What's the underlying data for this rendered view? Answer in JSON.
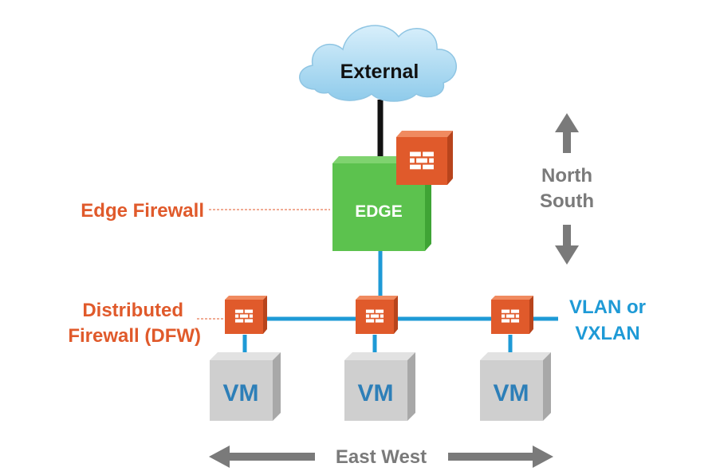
{
  "cloud": {
    "label": "External"
  },
  "edge": {
    "label": "EDGE"
  },
  "labels": {
    "edge_firewall": "Edge Firewall",
    "dfw_line1": "Distributed",
    "dfw_line2": "Firewall (DFW)",
    "north": "North",
    "south": "South",
    "vlan_line1": "VLAN or",
    "vlan_line2": "VXLAN",
    "east_west": "East West"
  },
  "vms": [
    {
      "label": "VM"
    },
    {
      "label": "VM"
    },
    {
      "label": "VM"
    }
  ],
  "colors": {
    "firewall": "#E05A2B",
    "edge_green": "#5CC24E",
    "network_line": "#1E9AD6",
    "vm_gray": "#CFCFCF",
    "vm_text": "#2D7FB8",
    "arrow_gray": "#7A7A7A",
    "cloud_blue": "#A9D9F2"
  }
}
